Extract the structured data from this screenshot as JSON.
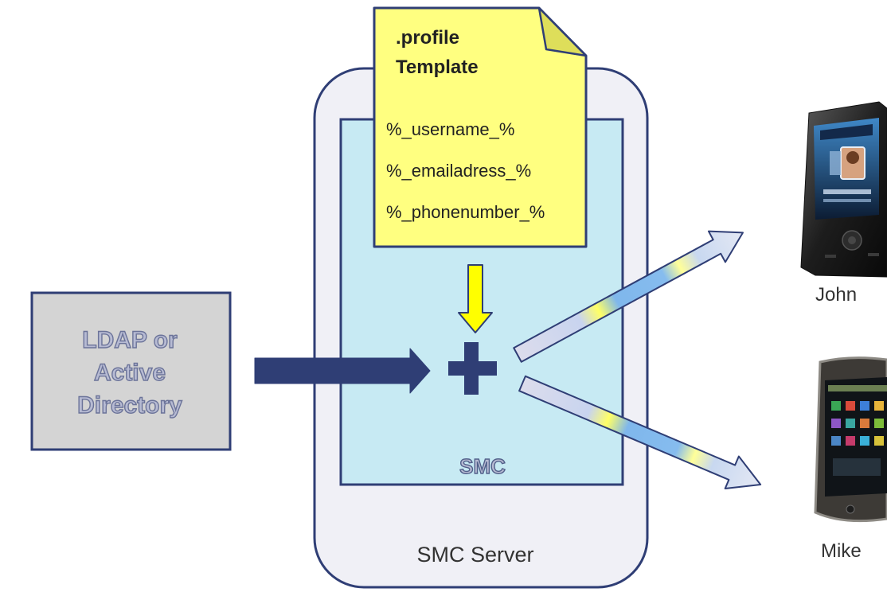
{
  "ldap_box": {
    "lines": [
      "LDAP or",
      "Active",
      "Directory"
    ]
  },
  "server": {
    "label": "SMC Server",
    "inner_label": "SMC"
  },
  "profile_template": {
    "title_lines": [
      ".profile",
      "Template"
    ],
    "variables": [
      "%_username_%",
      "%_emailadress_%",
      "%_phonenumber_%"
    ]
  },
  "devices": [
    {
      "name": "John"
    },
    {
      "name": "Mike"
    }
  ],
  "colors": {
    "ldap_fill": "#d4d4d4",
    "ldap_border": "#2f3e75",
    "server_fill": "#f0f0f6",
    "smc_fill": "#c7eaf3",
    "note_fill": "#ffff80",
    "arrow_navy": "#2f3e75",
    "arrow_yellow": "#ffff00",
    "arrow_blue": "#80b8ec"
  }
}
